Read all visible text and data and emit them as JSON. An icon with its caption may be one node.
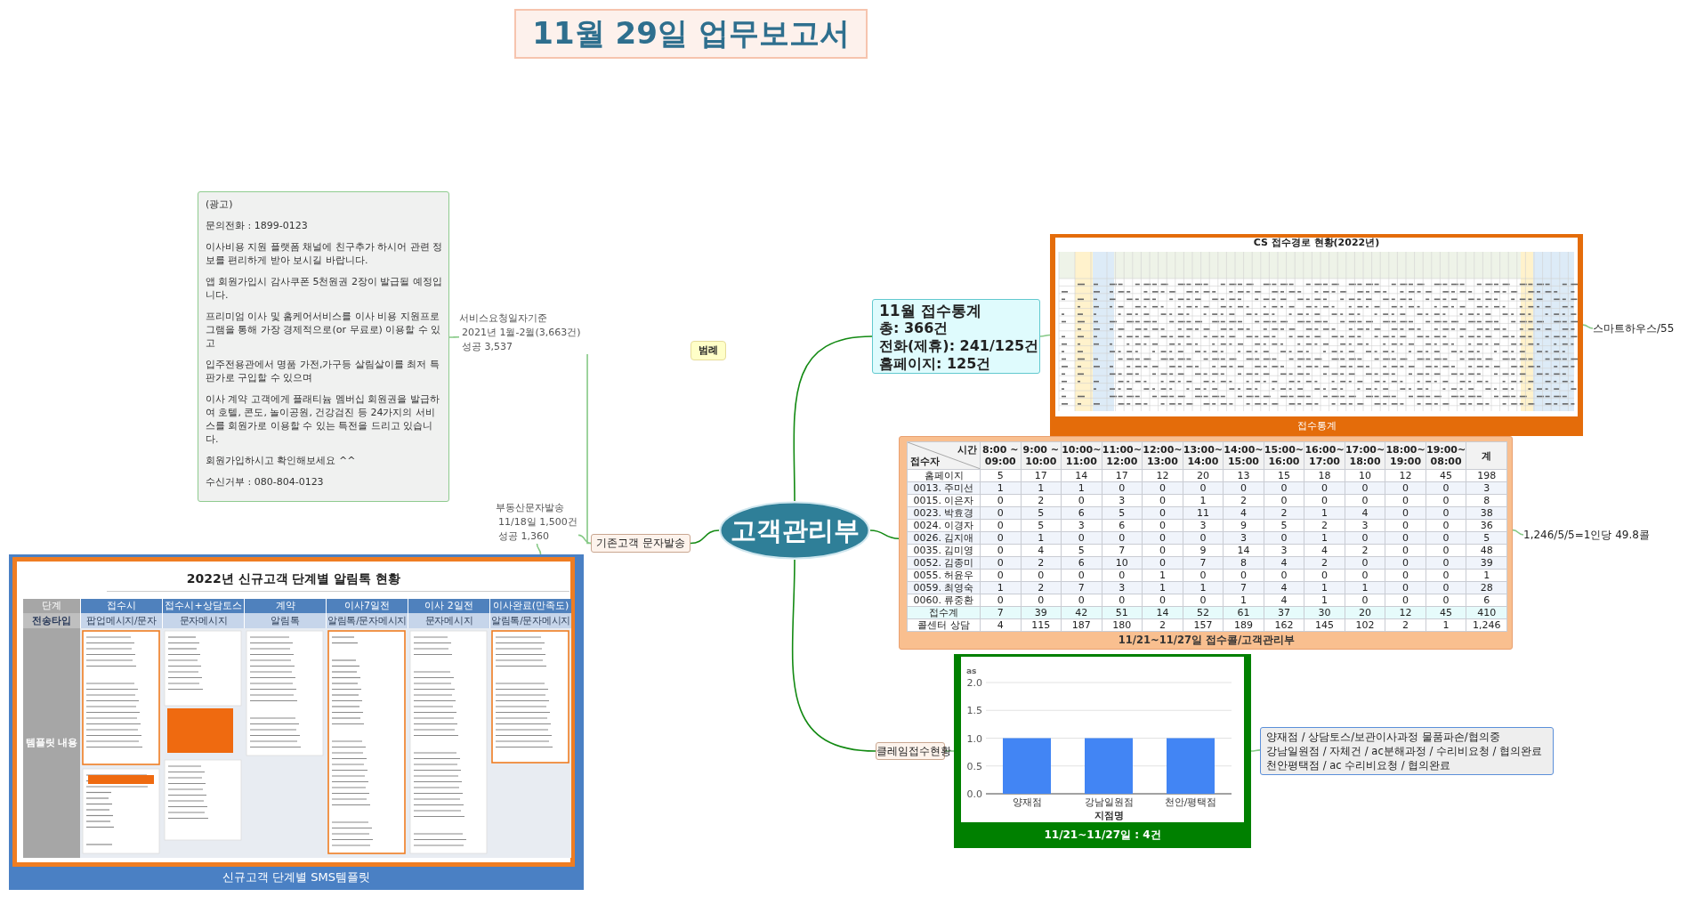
{
  "diagram": {
    "title": "11월 29일 업무보고서",
    "nodes": [
      {
        "text": [
          "고객관리부"
        ]
      },
      {
        "text": [
          "11월 접수통계",
          "총: 366건",
          "전화(제휴): 241/125건",
          "홈페이지: 125건"
        ]
      },
      {
        "text": [
          "접수통계"
        ]
      },
      {
        "text": [
          "스마트하우스/55"
        ]
      },
      {
        "text": [
          "11/21~11/27일 접수콜/고객관리부"
        ]
      },
      {
        "text": [
          "1,246/5/5=1인당 49.8콜"
        ]
      },
      {
        "text": [
          "클레임접수현황"
        ]
      },
      {
        "text": [
          "11/21~11/27일 : 4건"
        ]
      },
      {
        "text": [
          "양재점 / 상담토스/보관이사과정 물품파손/협의중",
          "강남일원점 / 자체건 / ac분해과정 / 수리비요청 / 협의완료",
          "천안평택점 / ac 수리비요청 / 협의완료"
        ]
      },
      {
        "text": [
          "기존고객 문자발송"
        ]
      },
      {
        "text": [
          "부동산문자발송",
          "11/18일 1,500건",
          "성공 1,360"
        ]
      },
      {
        "text": [
          "서비스요청일자기준",
          "2021년 1월-2월(3,663건)",
          "성공 3,537"
        ]
      },
      {
        "text": [
          "(광고)",
          "문의전화 : 1899-0123",
          "이사비용 지원 플랫폼 채널에 친구추가 하시어 관련 정보를 편리하게 받아 보시길 바랍니다.",
          "앱 회원가입시 감사쿠폰 5천원권 2장이 발급될 예정입니다.",
          "프리미엄 이사 및 홈케어서비스를 이사 비용 지원프로그램을 통해 가장 경제적으로(or 무료로) 이용할 수 있고",
          "입주전용관에서 명품 가전,가구등 살림살이를 최저 특판가로 구입할 수 있으며",
          "이사 계약 고객에게 플래티늄 멤버십 회원권을 발급하여 호텔, 콘도, 놀이공원, 건강검진 등 24가지의 서비스를 회원가로 이용할 수 있는 특전을 드리고 있습니다.",
          "회원가입하시고 확인해보세요 ^^",
          "수신거부 : 080-804-0123"
        ]
      },
      {
        "text": [
          "범례"
        ]
      },
      {
        "text": [
          "신규고객 단계별 SMS템플릿"
        ]
      }
    ],
    "edges": [
      {
        "from": 0,
        "to": 1,
        "arrow": "none",
        "color": "#138a13"
      },
      {
        "from": 1,
        "to": 2,
        "arrow": "none"
      },
      {
        "from": 2,
        "to": 3,
        "arrow": "none"
      },
      {
        "from": 0,
        "to": 4,
        "arrow": "none",
        "color": "#138a13"
      },
      {
        "from": 4,
        "to": 5,
        "arrow": "none"
      },
      {
        "from": 0,
        "to": 6,
        "arrow": "none",
        "color": "#138a13"
      },
      {
        "from": 6,
        "to": 7,
        "arrow": "none"
      },
      {
        "from": 7,
        "to": 8,
        "arrow": "none"
      },
      {
        "from": 0,
        "to": 9,
        "arrow": "none",
        "color": "#138a13"
      },
      {
        "from": 9,
        "to": 10,
        "arrow": "none"
      },
      {
        "from": 10,
        "to": 14,
        "arrow": "none"
      },
      {
        "from": 9,
        "to": 11,
        "arrow": "none"
      },
      {
        "from": 11,
        "to": 12,
        "arrow": "none"
      }
    ],
    "labels": [
      "CS 접수경로 현황(2022년)",
      "시간",
      "접수자",
      "8:00 ~09:00",
      "9:00 ~10:00",
      "10:00~11:00",
      "11:00~12:00",
      "12:00~13:00",
      "13:00~14:00",
      "14:00~15:00",
      "15:00~16:00",
      "16:00~17:00",
      "17:00~18:00",
      "18:00~19:00",
      "19:00~08:00",
      "계",
      "홈페이지",
      "5",
      "17",
      "14",
      "17",
      "12",
      "20",
      "13",
      "15",
      "18",
      "10",
      "12",
      "45",
      "198",
      "0013. 주미선",
      "1",
      "1",
      "1",
      "0",
      "0",
      "0",
      "0",
      "0",
      "0",
      "0",
      "0",
      "0",
      "3",
      "0015. 이은자",
      "0",
      "2",
      "0",
      "3",
      "0",
      "1",
      "2",
      "0",
      "0",
      "0",
      "0",
      "0",
      "8",
      "0023. 박효경",
      "0",
      "5",
      "6",
      "5",
      "0",
      "11",
      "4",
      "2",
      "1",
      "4",
      "0",
      "0",
      "38",
      "0024. 이경자",
      "0",
      "5",
      "3",
      "6",
      "0",
      "3",
      "9",
      "5",
      "2",
      "3",
      "0",
      "0",
      "36",
      "0026. 김지애",
      "0",
      "1",
      "0",
      "0",
      "0",
      "0",
      "3",
      "0",
      "1",
      "0",
      "0",
      "0",
      "5",
      "0035. 김미영",
      "0",
      "4",
      "5",
      "7",
      "0",
      "9",
      "14",
      "3",
      "4",
      "2",
      "0",
      "0",
      "48",
      "0052. 김종미",
      "0",
      "2",
      "6",
      "10",
      "0",
      "7",
      "8",
      "4",
      "2",
      "0",
      "0",
      "0",
      "39",
      "0055. 허윤우",
      "0",
      "0",
      "0",
      "0",
      "1",
      "0",
      "0",
      "0",
      "0",
      "0",
      "0",
      "0",
      "1",
      "0059. 최영숙",
      "1",
      "2",
      "7",
      "3",
      "1",
      "1",
      "7",
      "4",
      "1",
      "1",
      "0",
      "0",
      "28",
      "0060. 류중환",
      "0",
      "0",
      "0",
      "0",
      "0",
      "0",
      "1",
      "4",
      "1",
      "0",
      "0",
      "0",
      "6",
      "접수계",
      "7",
      "39",
      "42",
      "51",
      "14",
      "52",
      "61",
      "37",
      "30",
      "20",
      "12",
      "45",
      "410",
      "콜센터 상담",
      "4",
      "115",
      "187",
      "180",
      "2",
      "157",
      "189",
      "162",
      "145",
      "102",
      "2",
      "1",
      "1,246",
      "2022년 신규고객 단계별 알림톡 현황",
      "단계",
      "접수시",
      "접수시+상담토스",
      "계약",
      "이사7일전",
      "이사 2일전",
      "이사완료(만족도)",
      "전송타입",
      "팝업메시지/문자",
      "문자메시지",
      "알림톡",
      "알림톡/문자메시지",
      "문자메시지",
      "알림톡/문자메시지",
      "템플릿 내용"
    ],
    "chart_data": {
      "type": "bar",
      "title": "as",
      "xlabel": "지점명",
      "categories": [
        "양재점",
        "강남일원점",
        "천안/평택점"
      ],
      "series": [
        {
          "color": "#4285f4",
          "values": [
            1,
            1,
            1
          ]
        }
      ],
      "ylim": [
        0,
        2
      ],
      "grid": true,
      "yticks": [
        {
          "value": 0,
          "label": "0.0"
        },
        {
          "value": 0.5,
          "label": "0.5"
        },
        {
          "value": 1,
          "label": "1.0"
        },
        {
          "value": 1.5,
          "label": "1.5"
        },
        {
          "value": 2,
          "label": "2.0"
        }
      ]
    }
  }
}
